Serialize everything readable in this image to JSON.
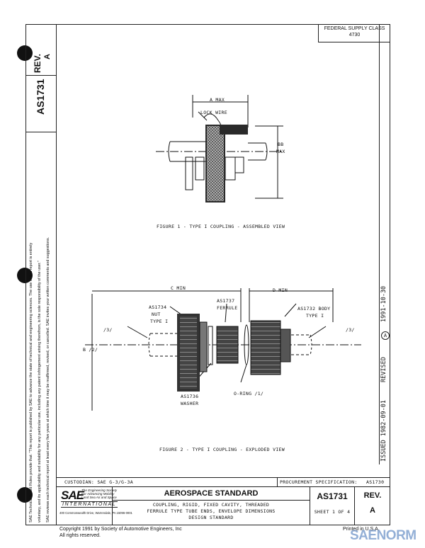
{
  "federal_supply": {
    "label": "FEDERAL SUPPLY CLASS",
    "value": "4730"
  },
  "side": {
    "doc_number": "AS1731",
    "rev_label": "REV.",
    "rev_value": "A",
    "disclaimer_1": "SAE Technical Board Rules provide that: \"This report is published by SAE to advance the state of technical and engineering sciences. The use of this report is entirely",
    "disclaimer_2": "voluntary, and its applicability and suitability for any particular use, including any patent infringement arising therefrom, is the sole responsibility of the user.\"",
    "disclaimer_3": "SAE reviews each technical report at least every five years at which time it may be reaffirmed, revised, or cancelled. SAE invites your written comments and suggestions."
  },
  "right": {
    "issued": "ISSUED 1982-09-01",
    "revised": "REVISED",
    "revised_symbol": "A",
    "revised_date": "1991-10-30"
  },
  "figure1": {
    "caption": "FIGURE 1 - TYPE I COUPLING - ASSEMBLED VIEW",
    "a_max": "A MAX",
    "lock_wire": "LOCK WIRE",
    "bb_max_1": "BB",
    "bb_max_2": "MAX"
  },
  "figure2": {
    "caption": "FIGURE 2 - TYPE I COUPLING - EXPLODED VIEW",
    "c_min": "C MIN",
    "d_min": "D MIN",
    "nut_1": "AS1734",
    "nut_2": "NUT",
    "nut_3": "TYPE I",
    "ferrule_1": "AS1737",
    "ferrule_2": "FERRULE",
    "body_1": "AS1732 BODY",
    "body_2": "TYPE I",
    "washer_1": "AS1736",
    "washer_2": "WASHER",
    "oring": "O-RING /1/",
    "left_note": "/3/",
    "right_note": "/3/",
    "b_note": "B /2/"
  },
  "titleblock": {
    "custodian": "CUSTODIAN:  SAE G-3/G-3A",
    "procurement_label": "PROCUREMENT SPECIFICATION:",
    "procurement_value": "AS1730",
    "sae_logo": "SAE",
    "sae_tag_1": "The Engineering Society",
    "sae_tag_2": "For Advancing Mobility",
    "sae_tag_3": "Land Sea Air and Space",
    "international": "INTERNATIONAL",
    "address": "400 Commonwealth Drive, Warrendale, PA 15096-0001",
    "standard": "AEROSPACE STANDARD",
    "desc_1": "COUPLING, RIGID, FIXED CAVITY, THREADED",
    "desc_2": "FERRULE TYPE TUBE ENDS, ENVELOPE DIMENSIONS",
    "desc_3": "DESIGN STANDARD",
    "doc_number": "AS1731",
    "sheet": "SHEET 1 OF 4",
    "rev_label": "REV.",
    "rev_value": "A"
  },
  "footer": {
    "copyright_1": "Copyright 1991 by Society of Automotive Engineers, Inc",
    "copyright_2": "All rights reserved.",
    "printed": "Printed in U.S.A.",
    "watermark": "SAENORM"
  }
}
